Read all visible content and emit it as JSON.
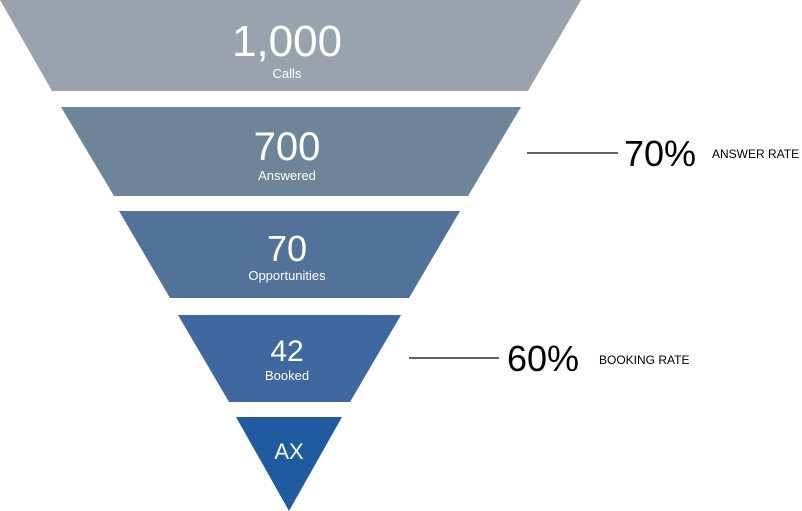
{
  "funnel": {
    "stages": [
      {
        "value": "1,000",
        "label": "Calls",
        "color": "#9aa2ad"
      },
      {
        "value": "700",
        "label": "Answered",
        "color": "#6e8499"
      },
      {
        "value": "70",
        "label": "Opportunities",
        "color": "#53729a"
      },
      {
        "value": "42",
        "label": "Booked",
        "color": "#3f689f"
      },
      {
        "value": "AX",
        "label": "",
        "color": "#1f5b9f"
      }
    ]
  },
  "rates": [
    {
      "value": "70%",
      "label": "ANSWER RATE"
    },
    {
      "value": "60%",
      "label": "BOOKING RATE"
    }
  ]
}
